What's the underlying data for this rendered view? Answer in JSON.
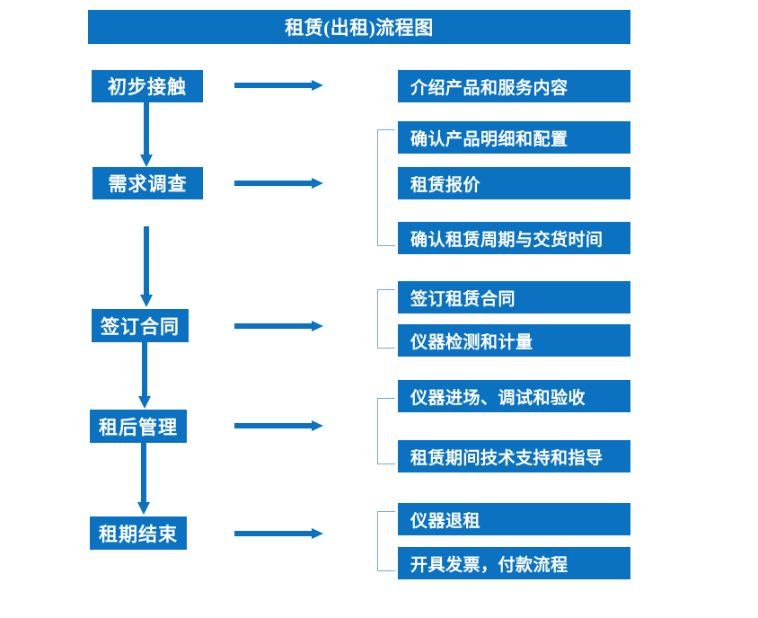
{
  "diagram": {
    "title": "租赁(出租)流程图",
    "accent_color": "#0b72c1",
    "bracket_color": "#7ba7d0",
    "text_color": "#ffffff",
    "background_color": "#ffffff"
  },
  "stages": [
    {
      "label": "初步接触"
    },
    {
      "label": "需求调查"
    },
    {
      "label": "签订合同"
    },
    {
      "label": "租后管理"
    },
    {
      "label": "租期结束"
    }
  ],
  "details": [
    {
      "label": "介绍产品和服务内容"
    },
    {
      "label": "确认产品明细和配置"
    },
    {
      "label": "租赁报价"
    },
    {
      "label": "确认租赁周期与交货时间"
    },
    {
      "label": "签订租赁合同"
    },
    {
      "label": "仪器检测和计量"
    },
    {
      "label": "仪器进场、调试和验收"
    },
    {
      "label": "租赁期间技术支持和指导"
    },
    {
      "label": "仪器退租"
    },
    {
      "label": "开具发票，付款流程"
    }
  ],
  "chart_data": {
    "type": "diagram",
    "title": "租赁(出租)流程图",
    "flow": [
      {
        "stage": "初步接触",
        "outputs": [
          "介绍产品和服务内容"
        ]
      },
      {
        "stage": "需求调查",
        "outputs": [
          "确认产品明细和配置",
          "租赁报价",
          "确认租赁周期与交货时间"
        ]
      },
      {
        "stage": "签订合同",
        "outputs": [
          "签订租赁合同",
          "仪器检测和计量"
        ]
      },
      {
        "stage": "租后管理",
        "outputs": [
          "仪器进场、调试和验收",
          "租赁期间技术支持和指导"
        ]
      },
      {
        "stage": "租期结束",
        "outputs": [
          "仪器退租",
          "开具发票，付款流程"
        ]
      }
    ],
    "connections": "each stage flows downward to the next stage; each stage points right to its output boxes grouped by a bracket"
  }
}
